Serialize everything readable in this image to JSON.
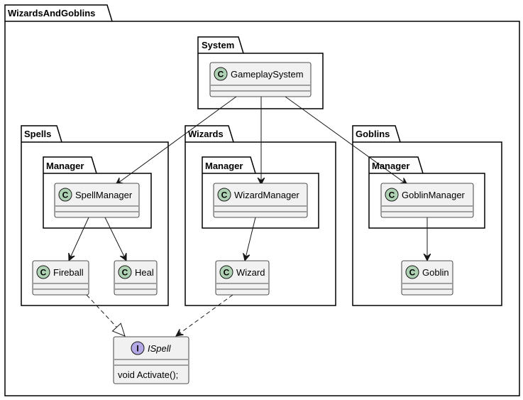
{
  "diagram": {
    "root_package": "WizardsAndGoblins",
    "packages": {
      "system": "System",
      "spells": "Spells",
      "wizards": "Wizards",
      "goblins": "Goblins",
      "spells_manager": "Manager",
      "wizards_manager": "Manager",
      "goblins_manager": "Manager"
    },
    "classes": {
      "gameplay_system": "GameplaySystem",
      "spell_manager": "SpellManager",
      "wizard_manager": "WizardManager",
      "goblin_manager": "GoblinManager",
      "fireball": "Fireball",
      "heal": "Heal",
      "wizard": "Wizard",
      "goblin": "Goblin"
    },
    "interface": {
      "name": "ISpell",
      "member": "void Activate();"
    },
    "class_letter": "C",
    "interface_letter": "I",
    "colors": {
      "class_badge": "#add1b2",
      "interface_badge": "#b4a7e5",
      "class_fill": "#f1f1f1",
      "border": "#181818"
    }
  }
}
